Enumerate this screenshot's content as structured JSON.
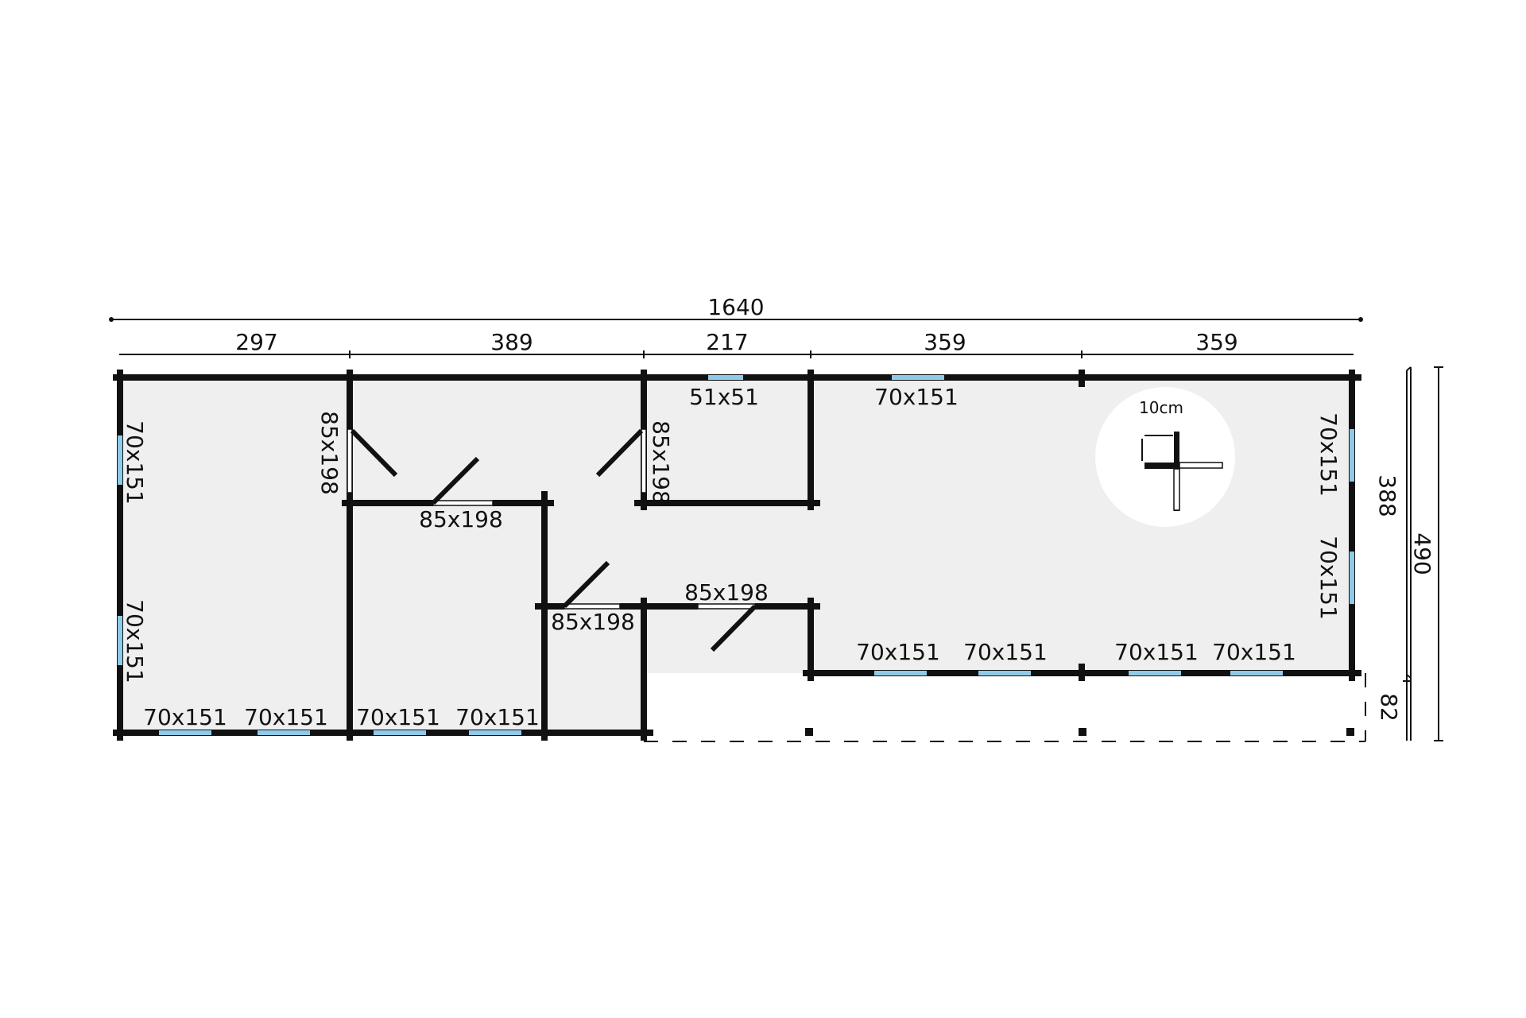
{
  "overall": {
    "total_width": "1640",
    "total_depth": "490",
    "building_depth": "388",
    "terrace_depth": "82"
  },
  "segments": [
    "297",
    "389",
    "217",
    "359",
    "359"
  ],
  "windows": {
    "left_upper": "70x151",
    "left_lower": "70x151",
    "bottom_1": "70x151",
    "bottom_2": "70x151",
    "bottom_3": "70x151",
    "bottom_4": "70x151",
    "top_small": "51x51",
    "top_large": "70x151",
    "right_upper": "70x151",
    "right_lower": "70x151",
    "front_1": "70x151",
    "front_2": "70x151",
    "front_3": "70x151",
    "front_4": "70x151"
  },
  "doors": {
    "door_a": "85x198",
    "door_b": "85x198",
    "door_c": "85x198",
    "door_d": "85x198",
    "door_e": "85x198"
  },
  "wall_detail": {
    "label": "10cm"
  },
  "colors": {
    "wall": "#111111",
    "floor": "#efefef",
    "window": "#8fcbe8",
    "background": "#ffffff"
  }
}
